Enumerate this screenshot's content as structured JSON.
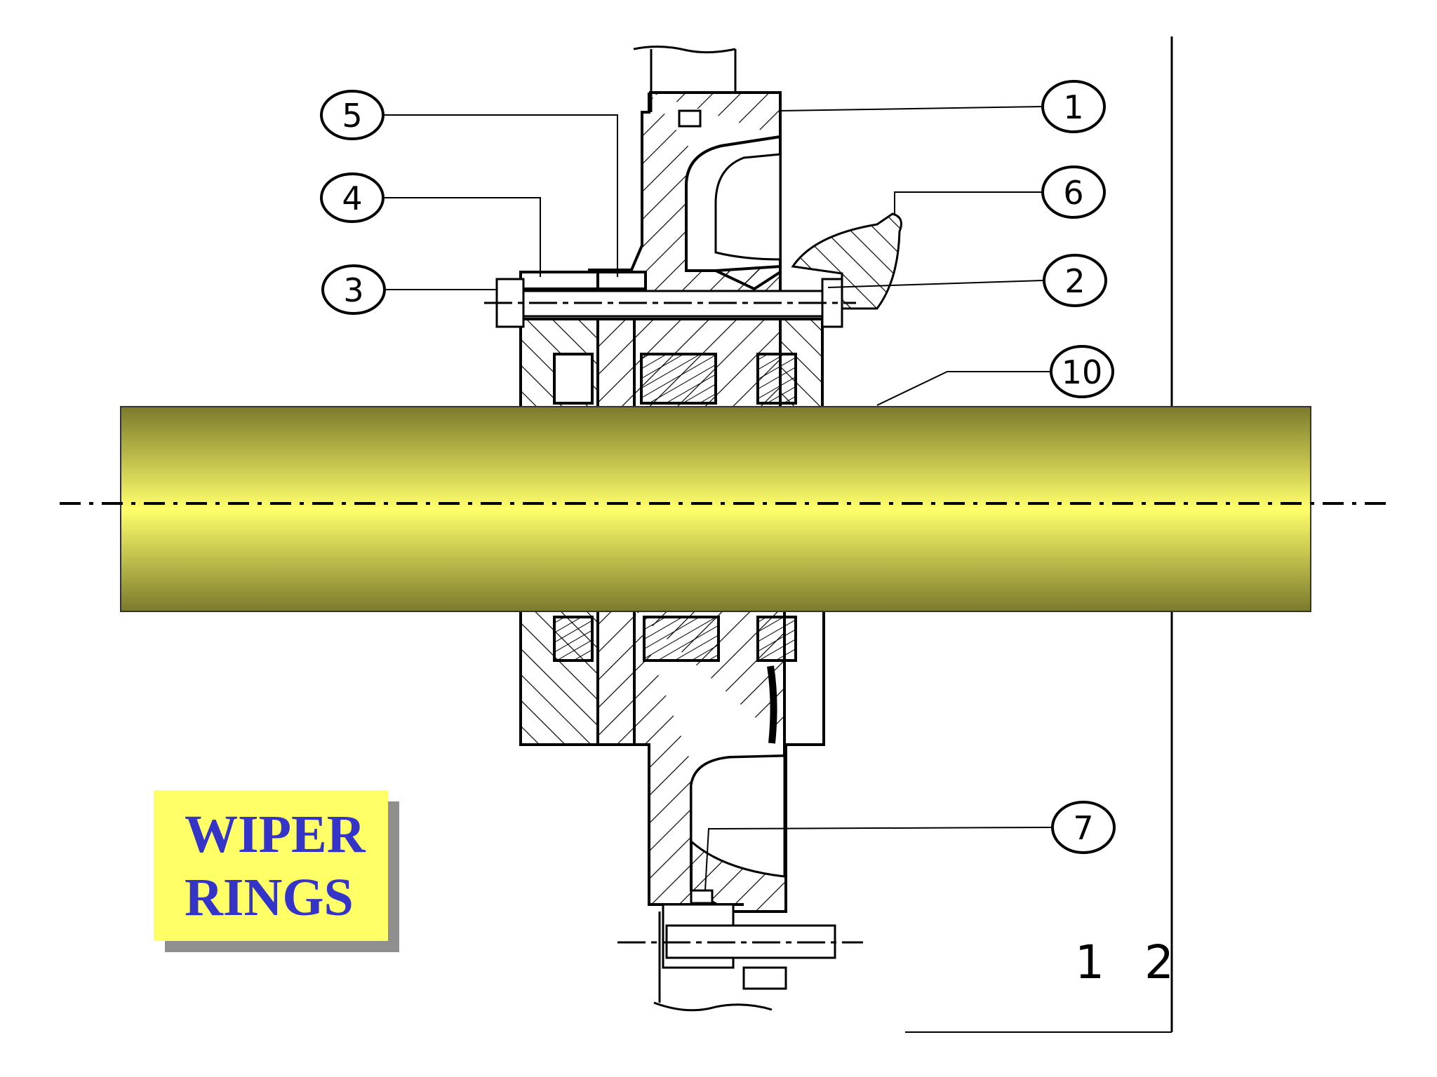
{
  "diagram": {
    "callouts": [
      "1",
      "2",
      "3",
      "4",
      "5",
      "6",
      "7",
      "10"
    ],
    "sheet_number": "1 2"
  },
  "label": {
    "line1": "WIPER",
    "line2": "RINGS"
  },
  "colors": {
    "shaft_edge": "#7b7a2c",
    "shaft_center": "#ffff6b",
    "label_background": "#ffff66",
    "label_text": "#3434c8",
    "label_shadow": "#8f8f8f"
  }
}
